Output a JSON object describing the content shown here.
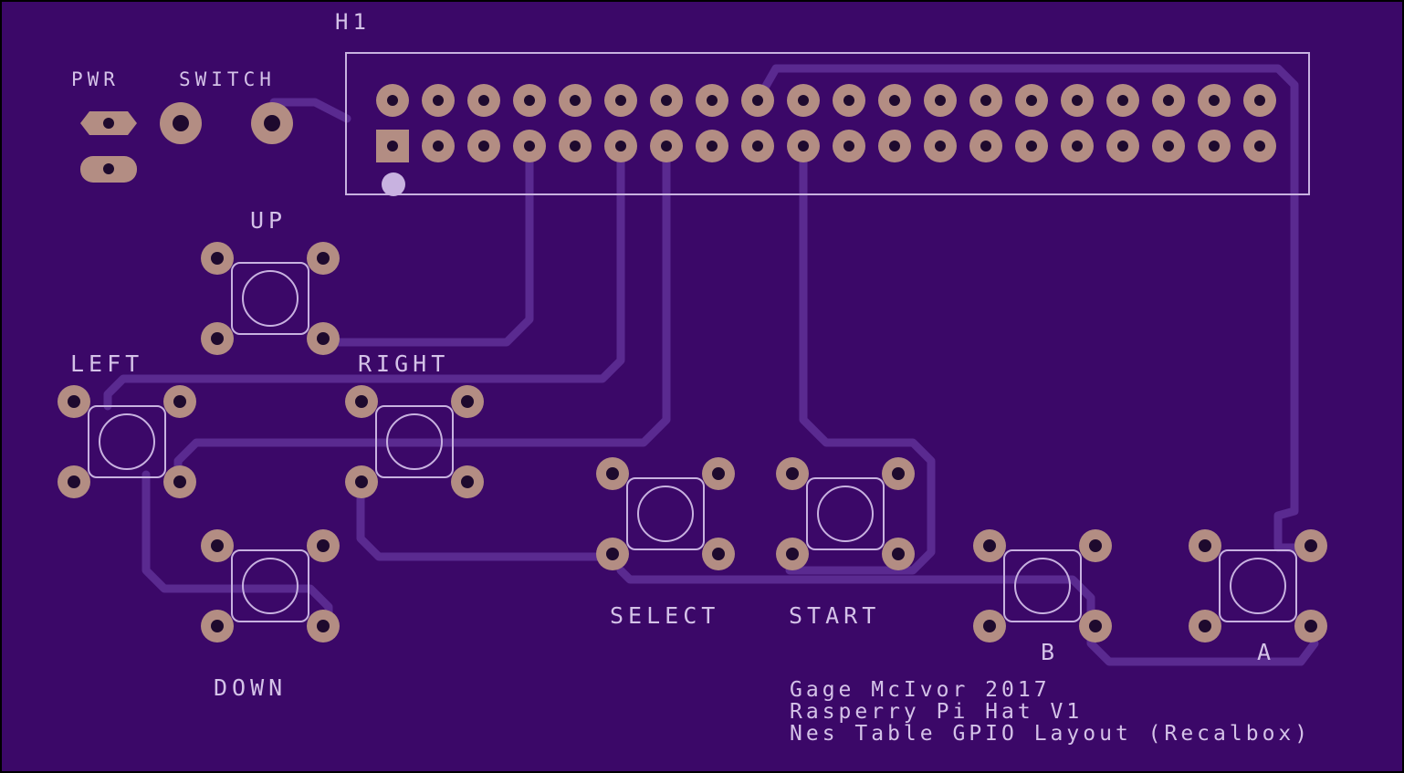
{
  "board": {
    "colors": {
      "background": "#3b0868",
      "border": "#000000",
      "trace": "#5a2a90",
      "pad": "#b38d83",
      "drill": "#1e0a2e",
      "silkscreen": "#d4c2e8"
    }
  },
  "header": {
    "designator": "H1",
    "pin_rows": 2,
    "pins_per_row": 20
  },
  "power": {
    "pwr_label": "PWR",
    "switch_label": "SWITCH"
  },
  "buttons": {
    "up": "UP",
    "left": "LEFT",
    "right": "RIGHT",
    "down": "DOWN",
    "select": "SELECT",
    "start": "START",
    "b": "B",
    "a": "A"
  },
  "credits": {
    "line1": "Gage McIvor 2017",
    "line2": "Rasperry Pi Hat V1",
    "line3": "Nes Table GPIO Layout (Recalbox)"
  }
}
